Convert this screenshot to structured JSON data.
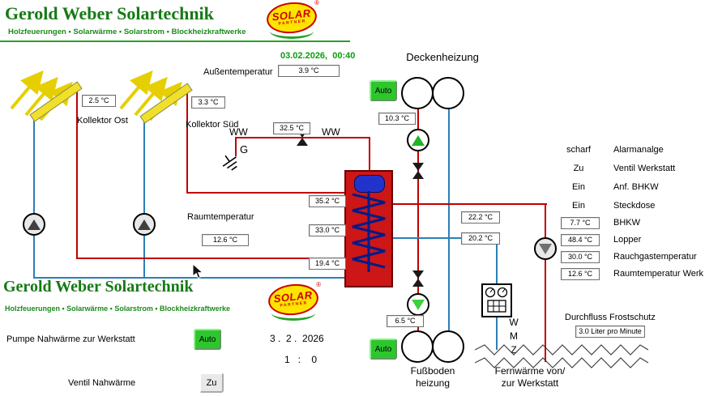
{
  "colors": {
    "brand_green": "#157a15",
    "pipe_hot": "#c00000",
    "pipe_cold": "#2d7fb5",
    "badge_yellow": "#ffe400",
    "badge_red": "#cc0000",
    "button_green": "#2dc62d"
  },
  "header": {
    "title": "Gerold Weber Solartechnik",
    "subtitle": "Holzfeuerungen • Solarwärme • Solarstrom • Blockheizkraftwerke",
    "badge": {
      "name": "SOLAR",
      "sub": "PARTNER",
      "reg": "®"
    },
    "datetime": "03.02.2026,  00:40"
  },
  "scheme": {
    "labels": {
      "aussentemperatur": "Außentemperatur",
      "kollektor_ost": "Kollektor Ost",
      "kollektor_sued": "Kollektor Süd",
      "deckenheizung": "Deckenheizung",
      "raumtemperatur": "Raumtemperatur",
      "ww_left": "WW",
      "ww_right": "WW",
      "g": "G",
      "fussboden_line1": "Fußboden",
      "fussboden_line2": "heizung",
      "fernwaerme_line1": "Fernwärme von/",
      "fernwaerme_line2": "zur Werkstatt",
      "wmz": [
        "W",
        "M",
        "Z"
      ]
    },
    "values": {
      "aussentemperatur": "3.9 °C",
      "kollektor_ost": "2.5 °C",
      "kollektor_sued": "3.3 °C",
      "warmwasser": "32.5 °C",
      "deckenheizung_vorlauf": "10.3 °C",
      "speicher_oben": "35.2 °C",
      "speicher_mitte": "33.0 °C",
      "speicher_unten": "19.4 °C",
      "raumtemperatur": "12.6 °C",
      "fernwaerme_vorlauf": "22.2 °C",
      "fernwaerme_ruecklauf": "20.2 °C",
      "fussboden_vorlauf": "6.5 °C"
    },
    "buttons": {
      "auto_deckenheizung": "Auto",
      "auto_fussboden": "Auto"
    }
  },
  "right_panel": {
    "rows": [
      {
        "status": "scharf",
        "label": "Alarmanalge"
      },
      {
        "status": "Zu",
        "label": "Ventil Werkstatt"
      },
      {
        "status": "Ein",
        "label": "Anf. BHKW"
      },
      {
        "status": "Ein",
        "label": "Steckdose"
      },
      {
        "value": "7.7 °C",
        "label": "BHKW"
      },
      {
        "value": "48.4 °C",
        "label": "Lopper"
      },
      {
        "value": "30.0 °C",
        "label": "Rauchgastemperatur"
      },
      {
        "value": "12.6 °C",
        "label": "Raumtemperatur Werk"
      }
    ],
    "durchfluss_label": "Durchfluss Frostschutz",
    "durchfluss_value": "3.0 Liter pro Minute"
  },
  "footer": {
    "title": "Gerold Weber Solartechnik",
    "subtitle": "Holzfeuerungen • Solarwärme • Solarstrom • Blockheizkraftwerke",
    "badge": {
      "name": "SOLAR",
      "sub": "PARTNER",
      "reg": "®"
    },
    "pumpe_label": "Pumpe Nahwärme zur Werkstatt",
    "pumpe_button": "Auto",
    "ventil_label": "Ventil Nahwärme",
    "ventil_button": "Zu",
    "date": "3 .  2 .  2026",
    "time": "1   :    0"
  }
}
